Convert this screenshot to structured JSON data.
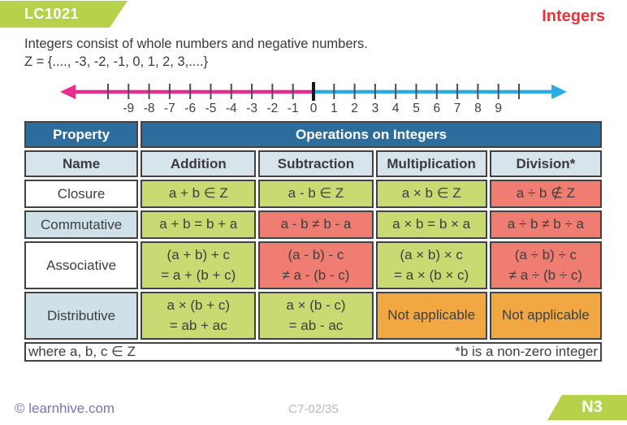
{
  "header": {
    "lesson_code": "LC1021",
    "title": "Integers"
  },
  "intro": {
    "line1": "Integers consist of whole numbers and negative numbers.",
    "line2": "Z = {...., -3, -2, -1, 0, 1, 2, 3,....}"
  },
  "numberline": {
    "tick_min": -10,
    "tick_max": 10,
    "labels": [
      "-9",
      "-8",
      "-7",
      "-6",
      "-5",
      "-4",
      "-3",
      "-2",
      "-1",
      "0",
      "1",
      "2",
      "3",
      "4",
      "5",
      "6",
      "7",
      "8",
      "9"
    ]
  },
  "table": {
    "header": {
      "property": "Property",
      "operations": "Operations on Integers"
    },
    "columns": [
      "Name",
      "Addition",
      "Subtraction",
      "Multiplication",
      "Division*"
    ],
    "rows": [
      {
        "name": "Closure",
        "cells": [
          "a + b ∈ Z",
          "a - b ∈ Z",
          "a × b ∈ Z",
          "a ÷ b ∉ Z"
        ],
        "tones": [
          "green",
          "green",
          "green",
          "red"
        ]
      },
      {
        "name": "Commutative",
        "cells": [
          "a + b = b + a",
          "a - b ≠ b - a",
          "a × b = b × a",
          "a ÷ b ≠ b ÷ a"
        ],
        "tones": [
          "green",
          "red",
          "green",
          "red"
        ]
      },
      {
        "name": "Associative",
        "cells": [
          "(a + b) + c\n= a + (b + c)",
          "(a - b) - c\n≠ a - (b - c)",
          "(a × b) × c\n= a × (b × c)",
          "(a ÷ b) ÷ c\n≠ a ÷ (b ÷ c)"
        ],
        "tones": [
          "green",
          "red",
          "green",
          "red"
        ]
      },
      {
        "name": "Distributive",
        "cells": [
          "a × (b + c)\n= ab + ac",
          "a × (b - c)\n= ab - ac",
          "Not applicable",
          "Not applicable"
        ],
        "tones": [
          "green",
          "green",
          "orange",
          "orange"
        ]
      }
    ],
    "footnote_left": "where a, b, c ∈ Z",
    "footnote_right": "*b is a non-zero integer"
  },
  "footer": {
    "copyright": "© learnhive.com",
    "code": "C7-02/35",
    "badge": "N3"
  },
  "colors": {
    "badge_green": "#b6d14a",
    "title_red": "#e93239",
    "header_blue": "#2d6d9d",
    "subheader_blue": "#d7e4ec",
    "name_alt_blue": "#cfe0e9",
    "green": "#cada72",
    "red": "#ef7d72",
    "orange": "#f1a843",
    "line_negative_pink": "#eb2a8e",
    "line_positive_blue": "#29abe3",
    "tick_gray": "#4d4d4d",
    "footer_purple": "#7b73b8",
    "footer_gray": "#b9b9b9",
    "border_dark": "#424242",
    "text_dark": "#3e3e3e"
  }
}
